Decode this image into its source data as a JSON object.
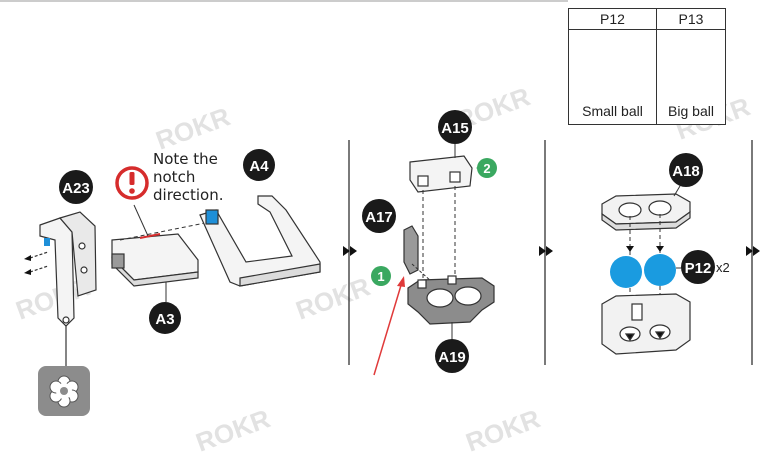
{
  "note": {
    "lines": [
      "Note the",
      "notch",
      "direction."
    ]
  },
  "labels": {
    "a23": "A23",
    "a3": "A3",
    "a4": "A4",
    "a15": "A15",
    "a17": "A17",
    "a19": "A19",
    "a18": "A18",
    "p12": "P12",
    "step1": "1",
    "step2": "2"
  },
  "quantity": "x2",
  "legend": {
    "left_header": "P12",
    "right_header": "P13",
    "left_caption": "Small ball",
    "right_caption": "Big ball"
  },
  "watermark": "ROKR",
  "colors": {
    "badge": "#1a1a1a",
    "step_badge": "#3aa860",
    "ball": "#1a9be0",
    "check": "#2aa3e0",
    "cross": "#e03030",
    "alert": "#d62c2c",
    "arrow_red": "#e03a3a",
    "part_fill": "#f2f2f2",
    "part_dark": "#8c8c8c",
    "highlight": "#1e8fd8"
  },
  "icons": {
    "alert": "exclamation-circle-icon",
    "gear_tool": "flower-gear-icon",
    "next": "double-chevron-right-icon"
  }
}
